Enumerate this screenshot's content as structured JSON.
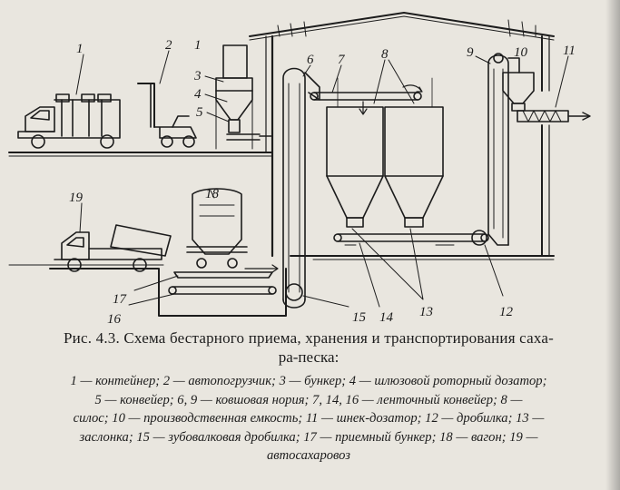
{
  "labels": {
    "l1a": "1",
    "l2": "2",
    "l1b": "1",
    "l3": "3",
    "l4": "4",
    "l5": "5",
    "l6": "6",
    "l7": "7",
    "l8": "8",
    "l9": "9",
    "l10": "10",
    "l11": "11",
    "l19": "19",
    "l18": "18",
    "l17": "17",
    "l16": "16",
    "l15": "15",
    "l14": "14",
    "l13": "13",
    "l12": "12"
  },
  "caption": {
    "title_line1": "Рис. 4.3. Схема бестарного приема, хранения и транспортирования саха-",
    "title_line2": "ра-песка:",
    "legend_lines": [
      "1 — контейнер; 2 — автопогрузчик; 3 — бункер; 4 — шлюзовой роторный дозатор;",
      "5 — конвейер; 6, 9 — ковшовая нория; 7, 14, 16 — ленточный конвейер; 8 —",
      "силос; 10 — производственная емкость; 11 — шнек-дозатор; 12 — дробилка; 13 —",
      "заслонка; 15 — зубовалковая дробилка; 17 — приемный бункер; 18 — вагон; 19 —",
      "автосахаровоз"
    ]
  },
  "colors": {
    "paper": "#e9e6df",
    "ink": "#1c1c1c"
  }
}
